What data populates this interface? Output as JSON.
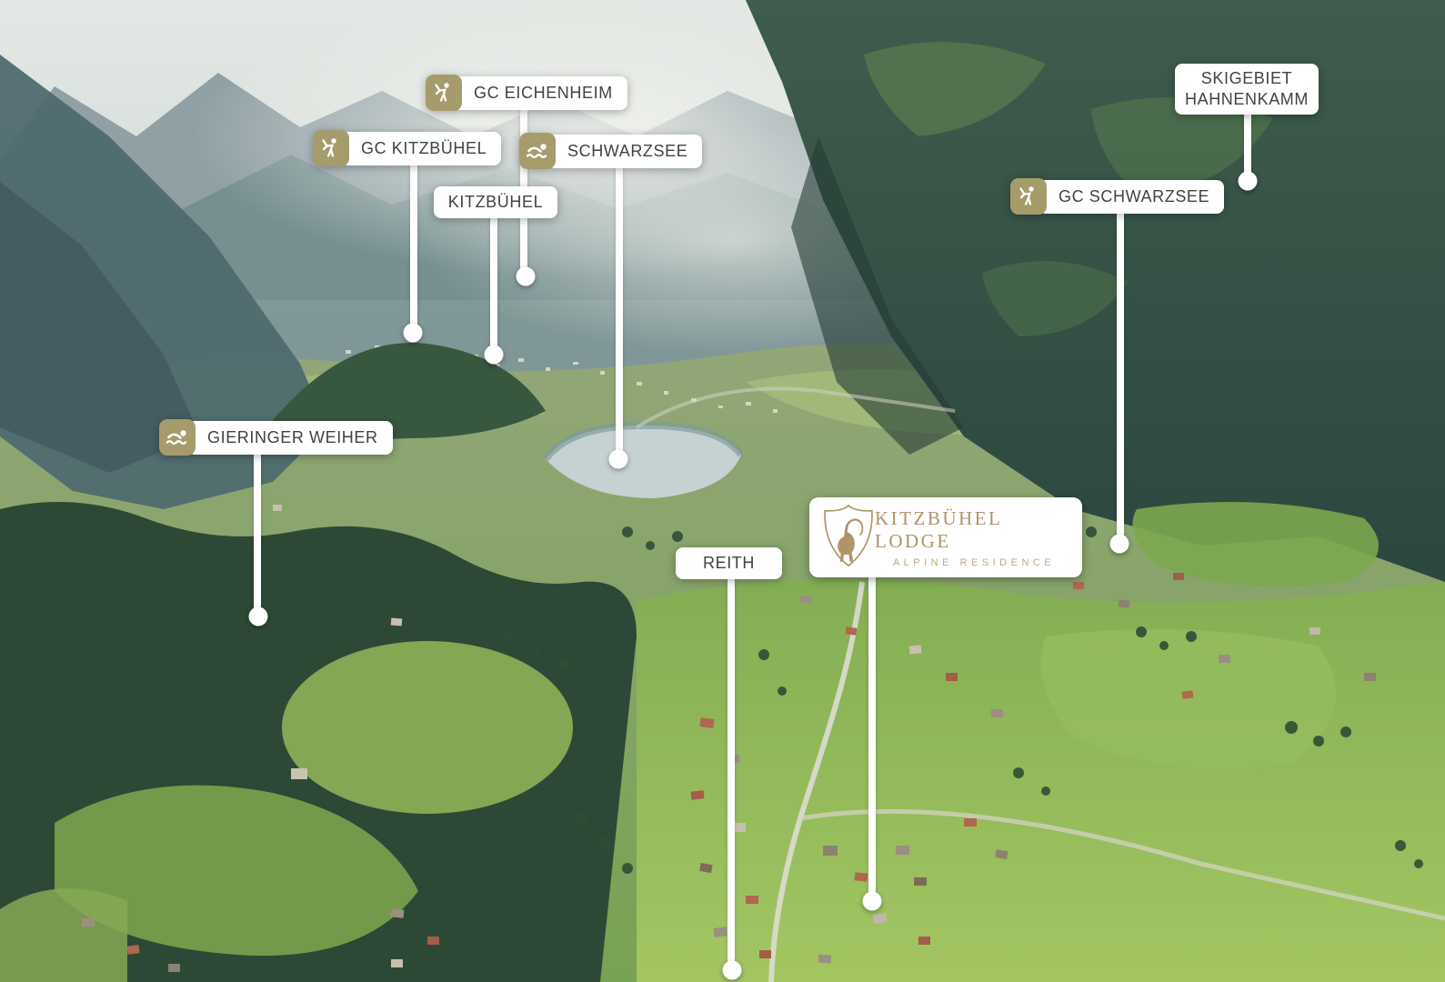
{
  "scene_title": "aerial location map",
  "colors": {
    "badge_gold": "#a69b6b",
    "brand_gold": "#b19368",
    "label_text": "#3e4347",
    "leader_line": "#ffffff"
  },
  "markers": [
    {
      "id": "gc-eichenheim",
      "label": "GC EICHENHEIM",
      "icon": "golfer-icon"
    },
    {
      "id": "gc-kitzbuehel",
      "label": "GC KITZBÜHEL",
      "icon": "golfer-icon"
    },
    {
      "id": "schwarzsee",
      "label": "SCHWARZSEE",
      "icon": "swimmer-icon"
    },
    {
      "id": "kitzbuehel",
      "label": "KITZBÜHEL",
      "icon": null
    },
    {
      "id": "skigebiet-hahnenkamm",
      "label": "SKIGEBIET HAHNENKAMM",
      "line1": "SKIGEBIET",
      "line2": "HAHNENKAMM",
      "icon": null
    },
    {
      "id": "gc-schwarzsee",
      "label": "GC SCHWARZSEE",
      "icon": "golfer-icon"
    },
    {
      "id": "gieringer-weiher",
      "label": "GIERINGER WEIHER",
      "icon": "swimmer-icon"
    },
    {
      "id": "reith",
      "label": "REITH",
      "icon": null
    },
    {
      "id": "kitzbuehel-lodge",
      "title": "KITZBÜHEL LODGE",
      "subtitle": "ALPINE RESIDENCE",
      "icon": "ibex-shield-logo"
    }
  ]
}
